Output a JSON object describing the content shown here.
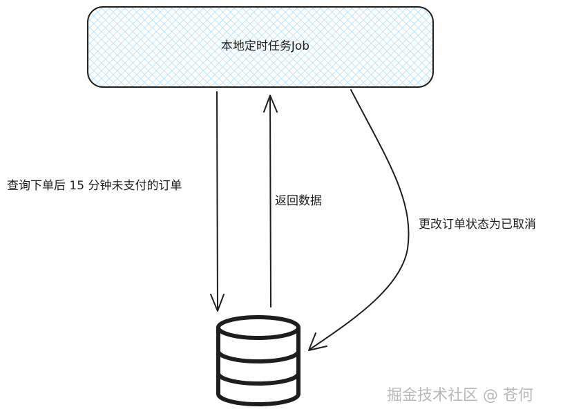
{
  "job_box": {
    "label": "本地定时任务Job",
    "fill_color": "#a5d8ff",
    "stroke_color": "#1e1e1e"
  },
  "edges": {
    "query": {
      "label": "查询下单后 15 分钟未支付的订单"
    },
    "return": {
      "label": "返回数据"
    },
    "update": {
      "label": "更改订单状态为已取消"
    }
  },
  "database": {
    "icon": "database-icon",
    "stroke_color": "#1e1e1e"
  },
  "watermark": {
    "text": "掘金技术社区 @ 苍何"
  }
}
